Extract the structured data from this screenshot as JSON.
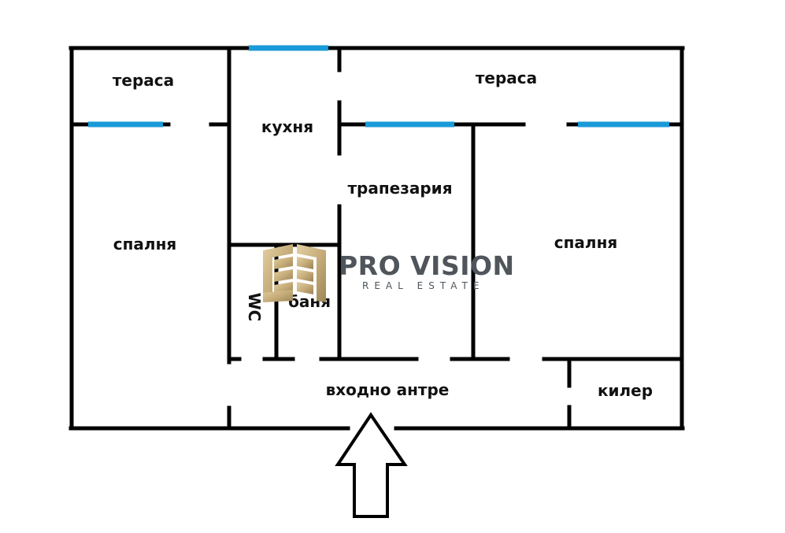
{
  "floor_plan": {
    "colors": {
      "wall": "#000000",
      "window": "#1a9ad8",
      "background": "#ffffff",
      "logo_gold": "#c6ad7a",
      "logo_text": "#4f555b"
    },
    "rooms": [
      {
        "id": "terrace-left",
        "label": "тераса"
      },
      {
        "id": "kitchen",
        "label": "кухня"
      },
      {
        "id": "terrace-right",
        "label": "тераса"
      },
      {
        "id": "dining",
        "label": "трапезария"
      },
      {
        "id": "bedroom-left",
        "label": "спалня"
      },
      {
        "id": "bedroom-right",
        "label": "спалня"
      },
      {
        "id": "wc",
        "label": "WC"
      },
      {
        "id": "bathroom",
        "label": "баня"
      },
      {
        "id": "entrance-hall",
        "label": "входно антре"
      },
      {
        "id": "closet",
        "label": "килер"
      }
    ],
    "entrance_arrow": "up-arrow",
    "watermark": {
      "title": "PRO VISION",
      "subtitle": "REAL ESTATE",
      "icon": "building-logo-icon"
    }
  }
}
